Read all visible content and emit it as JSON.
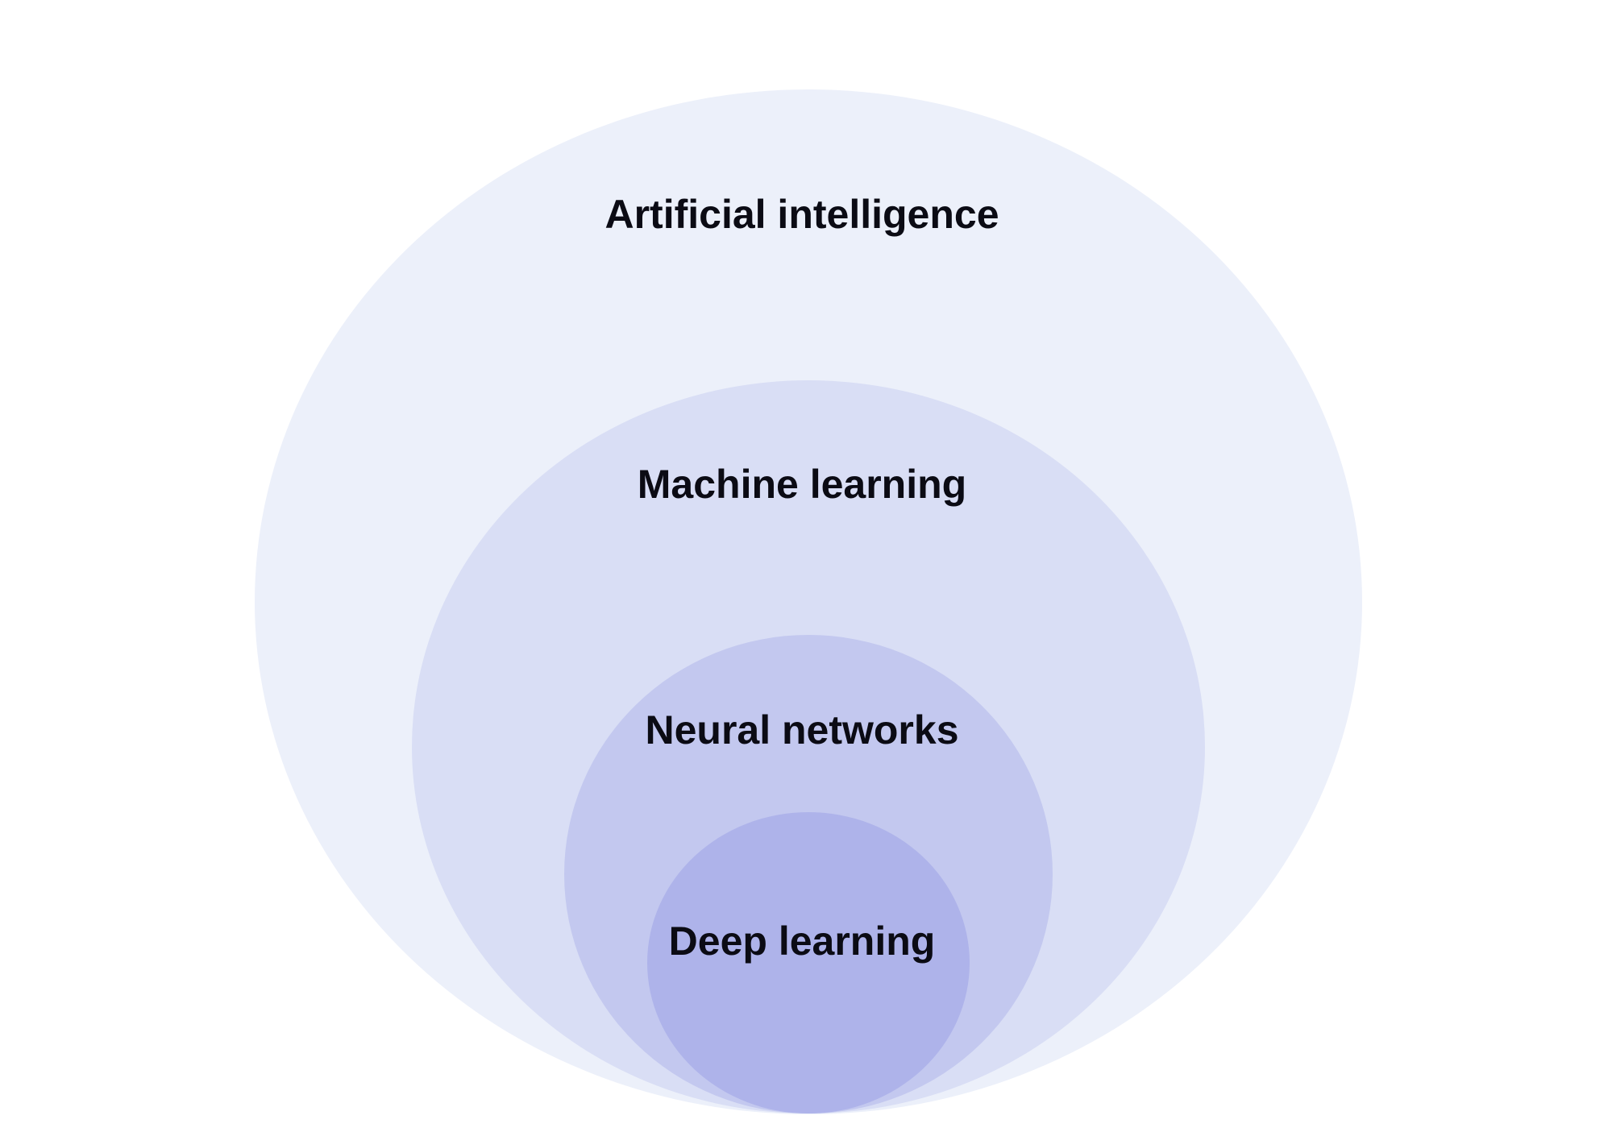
{
  "diagram": {
    "layers": [
      {
        "label": "Artificial intelligence",
        "color": "#ecf0fa"
      },
      {
        "label": "Machine learning",
        "color": "#d9def5"
      },
      {
        "label": "Neural networks",
        "color": "#c3c8ef"
      },
      {
        "label": "Deep learning",
        "color": "#aeb3ea"
      }
    ]
  }
}
